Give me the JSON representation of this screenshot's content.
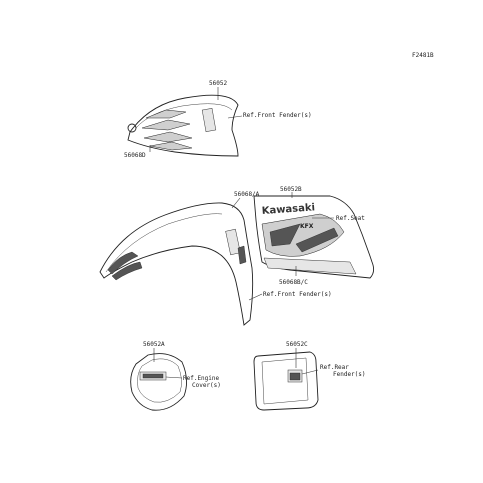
{
  "figure_id": "F2481B",
  "labels": {
    "p56052": "56052",
    "p56068d": "56068D",
    "ref_front_fender_top": "Ref.Front Fender(s)",
    "p56068a": "56068/A",
    "p56052b": "56052B",
    "ref_seat": "Ref.Seat",
    "p56068bc": "56068B/C",
    "ref_front_fender_bottom": "Ref.Front Fender(s)",
    "p56052a": "56052A",
    "ref_engine_1": "Ref.Engine",
    "ref_engine_2": "Cover(s)",
    "p56052c": "56052C",
    "ref_rear_1": "Ref.Rear",
    "ref_rear_2": "Fender(s)",
    "decal_brand": "Kawasaki",
    "decal_model": "KFX"
  }
}
